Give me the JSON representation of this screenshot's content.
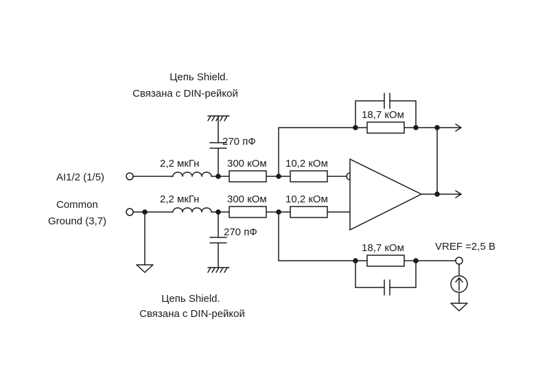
{
  "labels": {
    "shield_top_line1": "Цепь Shield.",
    "shield_top_line2": "Связана с DIN-рейкой",
    "shield_bottom_line1": "Цепь Shield.",
    "shield_bottom_line2": "Связана с DIN-рейкой",
    "cap_top": "270 пФ",
    "cap_bottom": "270 пФ",
    "inductor_top": "2,2 мкГн",
    "inductor_bottom": "2,2 мкГн",
    "res_300_top": "300 кОм",
    "res_300_bottom": "300 кОм",
    "res_10_top": "10,2 кОм",
    "res_10_bottom": "10,2 кОм",
    "res_fb_top": "18,7 кОм",
    "res_fb_bottom": "18,7 кОм",
    "input_ai": "AI1/2 (1/5)",
    "input_common_line1": "Common",
    "input_common_line2": "Ground (3,7)",
    "vref": "VREF =2,5 В"
  }
}
